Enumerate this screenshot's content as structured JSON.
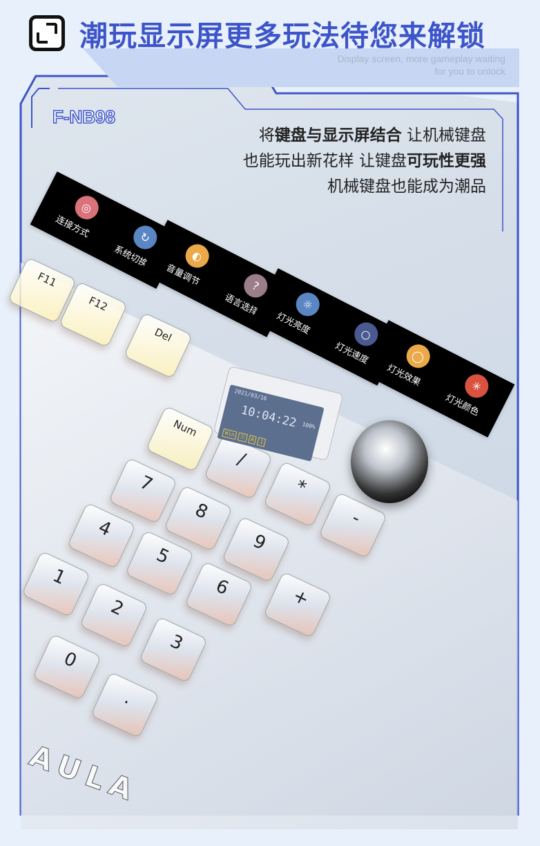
{
  "header": {
    "title": "潮玩显示屏更多玩法待您来解锁",
    "subtitle_line1": "Display screen, more gameplay waiting",
    "subtitle_line2": "for you to unlock",
    "icon": "expand-corners-icon"
  },
  "model": "F-NB98",
  "description": {
    "line1_pre": "将",
    "line1_bold": "键盘与显示屏结合",
    "line1_post": " 让机械键盘",
    "line2_pre": "也能玩出新花样 让键盘",
    "line2_bold": "可玩性更强",
    "line3": "机械键盘也能成为潮品"
  },
  "panels": [
    {
      "items": [
        {
          "label": "连接方式",
          "icon": "connection-icon",
          "color": "#d9727a"
        },
        {
          "label": "系统切换",
          "icon": "refresh-icon",
          "color": "#5a86c4"
        }
      ]
    },
    {
      "items": [
        {
          "label": "音量调节",
          "icon": "volume-icon",
          "color": "#eba94a"
        },
        {
          "label": "语言选择",
          "icon": "language-icon",
          "color": "#9c7d8a"
        }
      ]
    },
    {
      "items": [
        {
          "label": "灯光亮度",
          "icon": "sun-icon",
          "color": "#5a86c4"
        },
        {
          "label": "灯光速度",
          "icon": "ring-icon",
          "color": "#4a5a90"
        }
      ]
    },
    {
      "items": [
        {
          "label": "灯光效果",
          "icon": "bulb-icon",
          "color": "#eba94a"
        },
        {
          "label": "灯光颜色",
          "icon": "asterisk-icon",
          "color": "#d9523f"
        }
      ]
    }
  ],
  "screen": {
    "date": "2021/03/16",
    "time": "10:04:22",
    "battery": "100%",
    "status": [
      "Win",
      "⚿",
      "A",
      "1"
    ]
  },
  "keys": [
    "F11",
    "F12",
    "Del",
    "Num",
    "/",
    "*",
    "-",
    "7",
    "8",
    "9",
    "4",
    "5",
    "6",
    "+",
    "1",
    "2",
    "3",
    "0",
    "."
  ],
  "brand": "AULA",
  "colors": {
    "accent": "#3d55c9"
  }
}
